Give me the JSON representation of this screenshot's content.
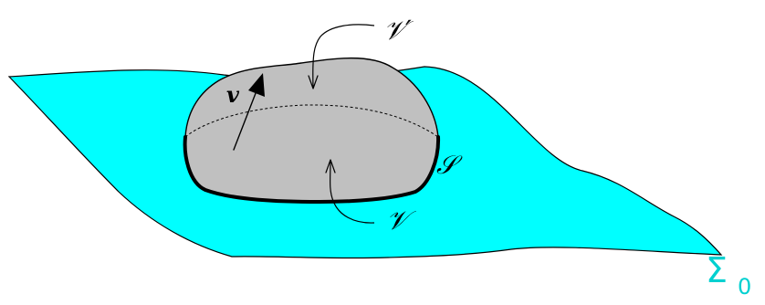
{
  "labels": {
    "v_prime": "𝒱′",
    "v": "𝒱",
    "s": "𝒮",
    "vector_v": "v",
    "sigma_symbol": "Σ",
    "sigma_subscript": "0"
  },
  "colors": {
    "surface_fill": "#00FFFF",
    "dome_fill": "#C0C0C0",
    "outline": "#000000",
    "sigma_label": "#00D0D0"
  },
  "icons": {
    "vector_arrow": "arrow-up-right-icon",
    "pointer_arrow_top": "curved-arrow-down-icon",
    "pointer_arrow_bottom": "curved-arrow-up-icon"
  }
}
